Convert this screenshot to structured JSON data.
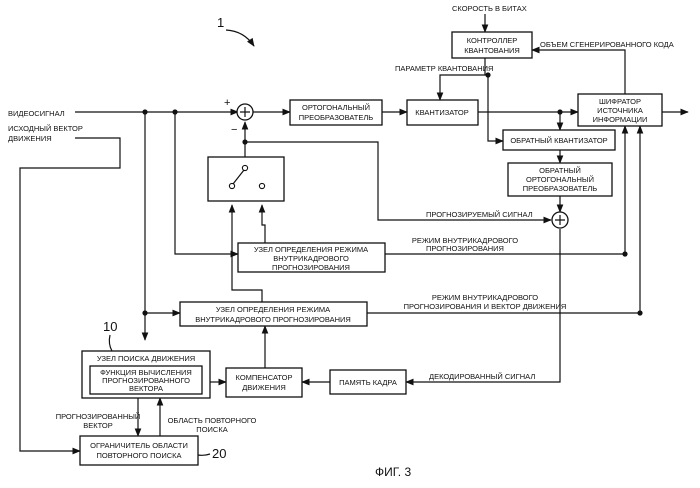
{
  "figure": {
    "ref_device": "1",
    "ref_motion_search": "10",
    "ref_limiter": "20",
    "caption": "ФИГ. 3"
  },
  "blocks": {
    "controller": [
      "КОНТРОЛЛЕР",
      "КВАНТОВАНИЯ"
    ],
    "orthogonal": [
      "ОРТОГОНАЛЬНЫЙ",
      "ПРЕОБРАЗОВАТЕЛЬ"
    ],
    "quantizer": [
      "КВАНТИЗАТОР"
    ],
    "encoder": [
      "ШИФРАТОР",
      "ИСТОЧНИКА",
      "ИНФОРМАЦИИ"
    ],
    "inverse_quantizer": [
      "ОБРАТНЫЙ КВАНТИЗАТОР"
    ],
    "inverse_orthogonal": [
      "ОБРАТНЫЙ",
      "ОРТОГОНАЛЬНЫЙ",
      "ПРЕОБРАЗОВАТЕЛЬ"
    ],
    "intra_mode_unit": [
      "УЗЕЛ ОПРЕДЕЛЕНИЯ РЕЖИМА",
      "ВНУТРИКАДРОВОГО",
      "ПРОГНОЗИРОВАНИЯ"
    ],
    "mode_unit_2": [
      "УЗЕЛ ОПРЕДЕЛЕНИЯ РЕЖИМА",
      "ВНУТРИКАДРОВОГО ПРОГНОЗИРОВАНИЯ"
    ],
    "motion_search": [
      "УЗЕЛ ПОИСКА ДВИЖЕНИЯ"
    ],
    "predicted_vector_function": [
      "ФУНКЦИЯ ВЫЧИСЛЕНИЯ",
      "ПРОГНОЗИРОВАННОГО",
      "ВЕКТОРА"
    ],
    "motion_compensator": [
      "КОМПЕНСАТОР",
      "ДВИЖЕНИЯ"
    ],
    "frame_memory": [
      "ПАМЯТЬ КАДРА"
    ],
    "research_limiter": [
      "ОГРАНИЧИТЕЛЬ ОБЛАСТИ",
      "ПОВТОРНОГО ПОИСКА"
    ]
  },
  "signals": {
    "bitrate": "СКОРОСТЬ В БИТАХ",
    "generated_code": "ОБЪЕМ СГЕНЕРИРОВАННОГО КОДА",
    "quant_param": "ПАРАМЕТР КВАНТОВАНИЯ",
    "video": "ВИДЕОСИГНАЛ",
    "source_vector": [
      "ИСХОДНЫЙ ВЕКТОР",
      "ДВИЖЕНИЯ"
    ],
    "predicted_signal": "ПРОГНОЗИРУЕМЫЙ СИГНАЛ",
    "intra_mode": [
      "РЕЖИМ ВНУТРИКАДРОВОГО",
      "ПРОГНОЗИРОВАНИЯ"
    ],
    "intra_mode_vector": [
      "РЕЖИМ ВНУТРИКАДРОВОГО",
      "ПРОГНОЗИРОВАНИЯ И ВЕКТОР ДВИЖЕНИЯ"
    ],
    "decoded": "ДЕКОДИРОВАННЫЙ СИГНАЛ",
    "predicted_vector": [
      "ПРОГНОЗИРОВАННЫЙ",
      "ВЕКТОР"
    ],
    "research_area": [
      "ОБЛАСТЬ ПОВТОРНОГО",
      "ПОИСКА"
    ],
    "plus": "+",
    "minus": "−"
  }
}
